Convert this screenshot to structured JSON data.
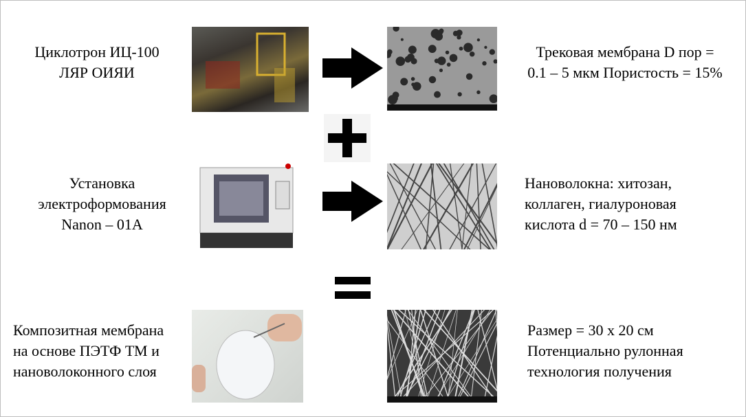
{
  "rows": [
    {
      "left": [
        "Циклотрон ИЦ-100",
        "ЛЯР ОИЯИ"
      ],
      "right": [
        "Трековая мембрана D пор =",
        "0.1 – 5 мкм Пористость = 15%"
      ]
    },
    {
      "left": [
        "Установка",
        "электроформования",
        "Nanon – 01A"
      ],
      "right": [
        "Нановолокна: хитозан,",
        "коллаген, гиалуроновая",
        "кислота d = 70 – 150 нм"
      ]
    },
    {
      "left": [
        "Композитная мембрана",
        "на основе ПЭТФ ТМ и",
        "нановолоконного слоя"
      ],
      "right": [
        "Размер = 30 x 20 см",
        "Потенциально рулонная",
        "технология получения"
      ]
    }
  ],
  "icons": {
    "arrow": "arrow-right-icon",
    "plus": "plus-icon",
    "equals": "equals-icon"
  }
}
